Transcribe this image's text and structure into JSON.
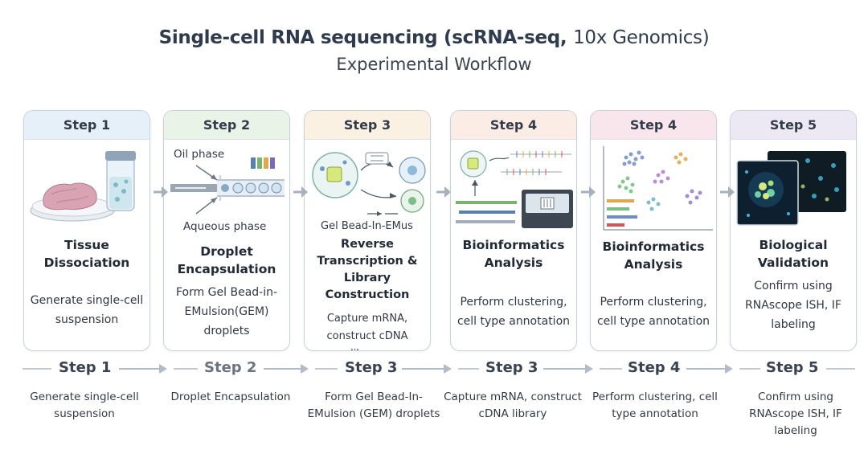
{
  "header": {
    "title_bold": "Single-cell RNA sequencing (scRNA-seq,",
    "title_light": "10x Genomics)",
    "subtitle": "Experimental Workflow"
  },
  "cards": [
    {
      "step": "Step 1",
      "title": "Tissue Dissociation",
      "desc": "Generate single-cell suspension",
      "head_bg": "#e6f0f8"
    },
    {
      "step": "Step 2",
      "title": "Droplet Encapsulation",
      "desc": "Form Gel Bead-in-EMulsion(GEM) droplets",
      "label_top": "Oil phase",
      "label_bottom": "Aqueous phase",
      "head_bg": "#eaf3e8"
    },
    {
      "step": "Step 3",
      "title": "Reverse Transcription & Library Construction",
      "desc": "Capture mRNA, construct cDNA library",
      "label_top": "Gel Bead-In-EMus",
      "head_bg": "#fbf1e2"
    },
    {
      "step": "Step 4",
      "title": "Bioinformatics Analysis",
      "desc": "Perform clustering, cell type annotation",
      "head_bg": "#fcece6"
    },
    {
      "step": "Step 4",
      "title": "Bioinformatics Analysis",
      "desc": "Perform clustering, cell type annotation",
      "head_bg": "#f9e6ec"
    },
    {
      "step": "Step 5",
      "title": "Biological Validation",
      "desc": "Confirm using RNAscope ISH, IF labeling",
      "head_bg": "#ece9f5"
    }
  ],
  "flow": [
    {
      "step": "Step 1",
      "desc": "Generate single-cell suspension"
    },
    {
      "step": "Step 2",
      "desc": "Droplet Encapsulation"
    },
    {
      "step": "Step 3",
      "desc": "Form Gel Bead-In-EMulsion (GEM) droplets"
    },
    {
      "step": "Step 3",
      "desc": "Capture mRNA, construct cDNA library"
    },
    {
      "step": "Step 4",
      "desc": "Perform clustering, cell type annotation"
    },
    {
      "step": "Step 5",
      "desc": "Confirm using RNAscope ISH, IF labeling"
    }
  ]
}
